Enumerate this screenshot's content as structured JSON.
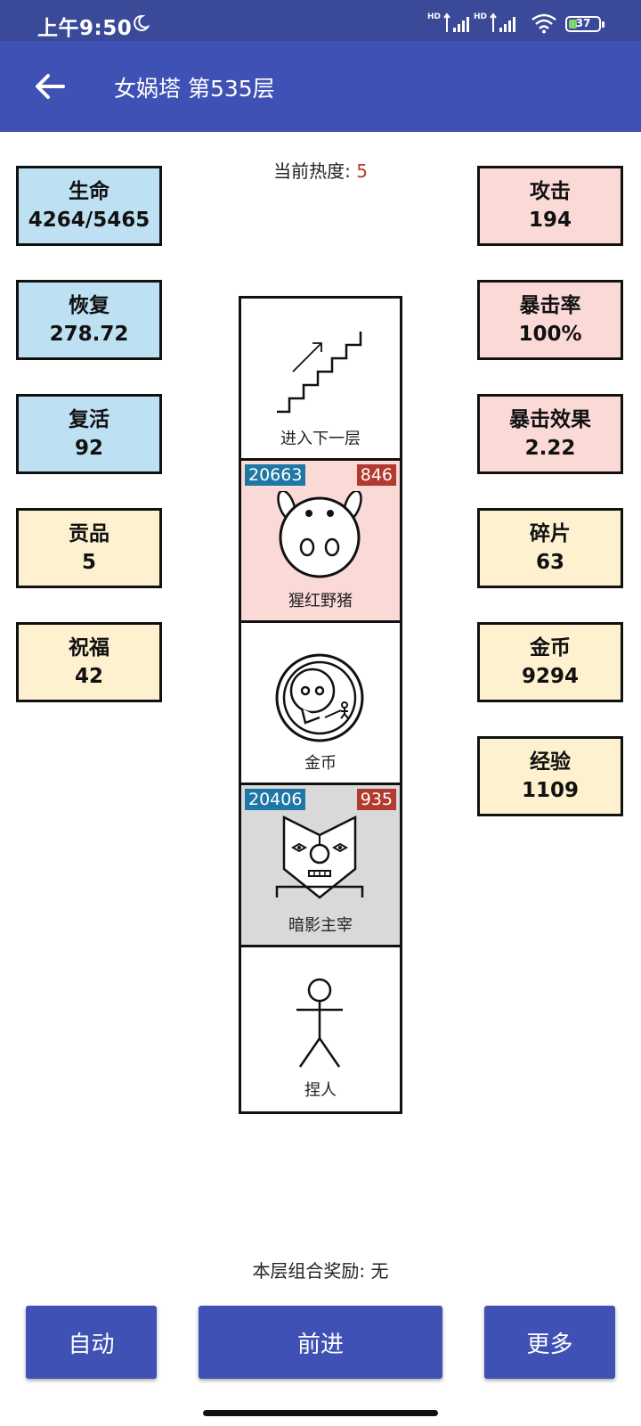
{
  "status_bar": {
    "time": "上午9:50",
    "hd1": "HD",
    "hd2": "HD",
    "battery": "37",
    "battery_level": 37
  },
  "app_bar": {
    "title": "女娲塔 第535层"
  },
  "heat": {
    "label": "当前热度: ",
    "value": "5"
  },
  "left_stats": [
    {
      "name": "生命",
      "value": "4264/5465"
    },
    {
      "name": "恢复",
      "value": "278.72"
    },
    {
      "name": "复活",
      "value": "92"
    },
    {
      "name": "贡品",
      "value": "5"
    },
    {
      "name": "祝福",
      "value": "42"
    }
  ],
  "right_stats": [
    {
      "name": "攻击",
      "value": "194"
    },
    {
      "name": "暴击率",
      "value": "100%"
    },
    {
      "name": "暴击效果",
      "value": "2.22"
    },
    {
      "name": "碎片",
      "value": "63"
    },
    {
      "name": "金币",
      "value": "9294"
    },
    {
      "name": "经验",
      "value": "1109"
    }
  ],
  "tower": [
    {
      "label": "进入下一层",
      "icon": "stairs-icon"
    },
    {
      "label": "猩红野猪",
      "icon": "boar-icon",
      "hp": "20663",
      "atk": "846",
      "bg": "#fad9d7"
    },
    {
      "label": "金币",
      "icon": "coin-icon"
    },
    {
      "label": "暗影主宰",
      "icon": "shadow-lord-icon",
      "hp": "20406",
      "atk": "935",
      "bg": "#d9d9d9"
    },
    {
      "label": "捏人",
      "icon": "stick-figure-icon"
    }
  ],
  "combo": {
    "text": "本层组合奖励: 无"
  },
  "buttons": {
    "auto": "自动",
    "forward": "前进",
    "more": "更多"
  },
  "colors": {
    "app_bar": "#3f51b5",
    "status_bar": "#3a4a98",
    "hp_badge": "#1f77a6",
    "atk_badge": "#b23a2e"
  }
}
